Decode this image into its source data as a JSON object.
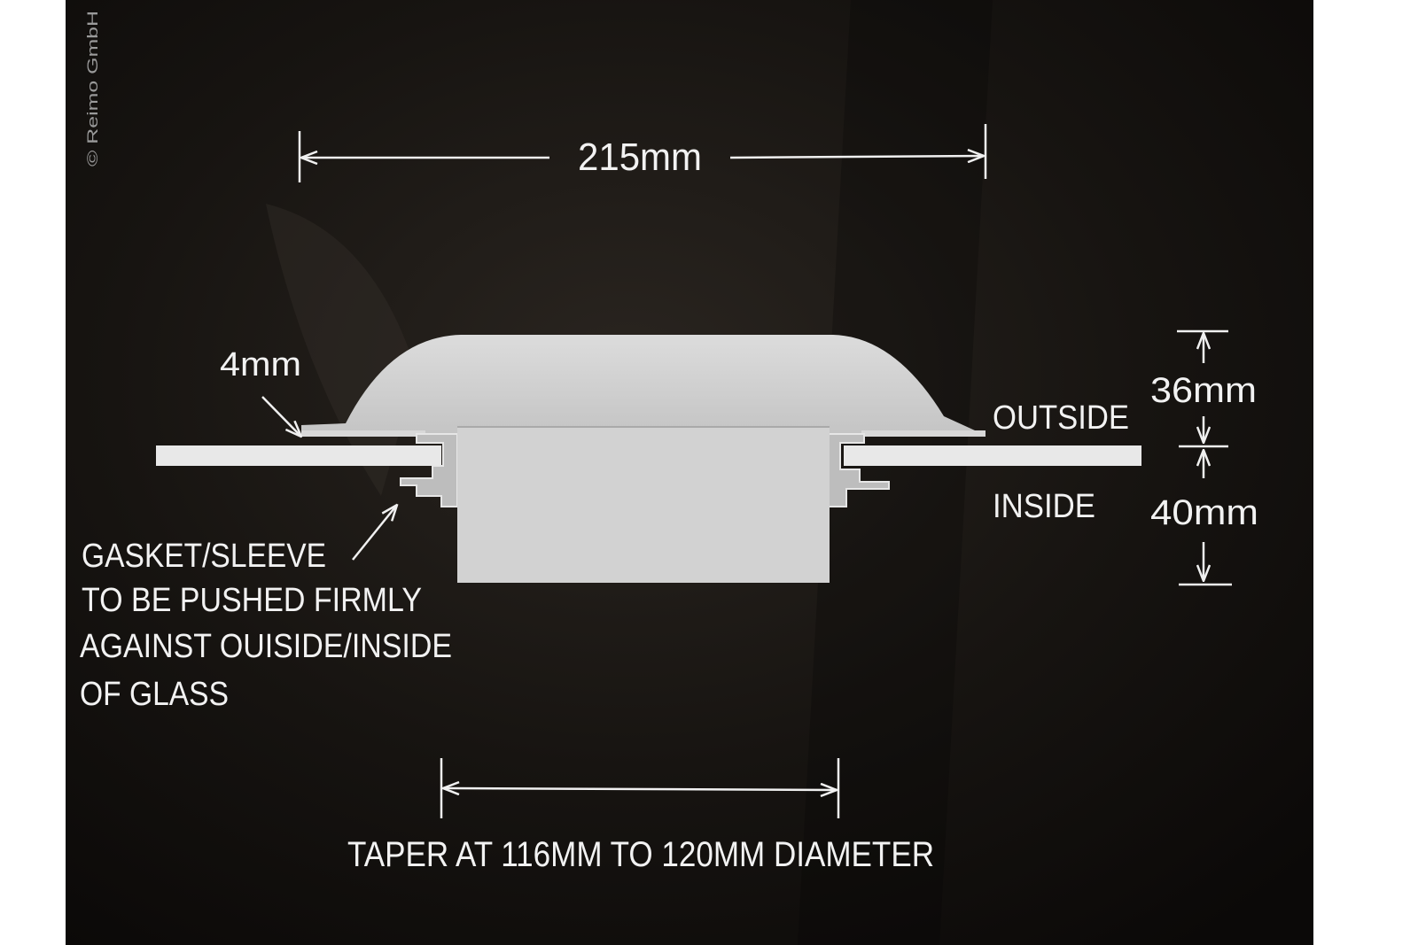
{
  "copyright": "© Reimo GmbH",
  "colors": {
    "background": "#0f0d0b",
    "part_fill": "#cfcfcf",
    "glass_fill": "#e6e6e6",
    "text": "#f2f2f2",
    "page_border": "#ffffff"
  },
  "dimensions": {
    "width_label": "215mm",
    "gasket_label": "4mm",
    "outside_height_label": "36mm",
    "inside_height_label": "40mm"
  },
  "sides": {
    "outside": "OUTSIDE",
    "inside": "INSIDE"
  },
  "note": {
    "lines": [
      "GASKET/SLEEVE",
      "TO BE PUSHED FIRMLY",
      "AGAINST OUISIDE/INSIDE",
      "OF GLASS"
    ]
  },
  "taper": {
    "label": "TAPER AT 116MM TO 120MM DIAMETER"
  }
}
